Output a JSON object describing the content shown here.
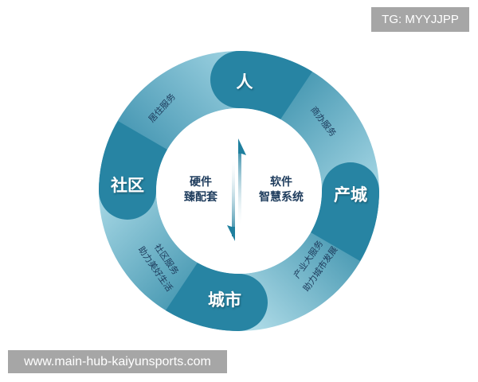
{
  "watermarks": {
    "top_right": "TG: MYYJJPP",
    "bottom_left": "www.main-hub-kaiyunsports.com"
  },
  "diagram": {
    "center": {
      "left_line1": "硬件",
      "left_line2": "臻配套",
      "right_line1": "软件",
      "right_line2": "智慧系统"
    },
    "nodes": [
      {
        "label": "人",
        "position": "top"
      },
      {
        "label": "产城",
        "position": "right"
      },
      {
        "label": "城市",
        "position": "bottom"
      },
      {
        "label": "社区",
        "position": "left"
      }
    ],
    "arc_labels": {
      "top_left": "居住服务",
      "top_right": "商办服务",
      "bottom_right_line1": "产业大服务",
      "bottom_right_line2": "助力城市发展",
      "bottom_left_line1": "社区服务",
      "bottom_left_line2": "助力美好生活"
    },
    "colors": {
      "ring_dark": "#1f7f9e",
      "ring_light": "#a8d8e6",
      "node_fill": "#2784a3",
      "center_text": "#1d3b5c",
      "arc_text": "#1d3b5c",
      "node_text": "#ffffff"
    }
  }
}
